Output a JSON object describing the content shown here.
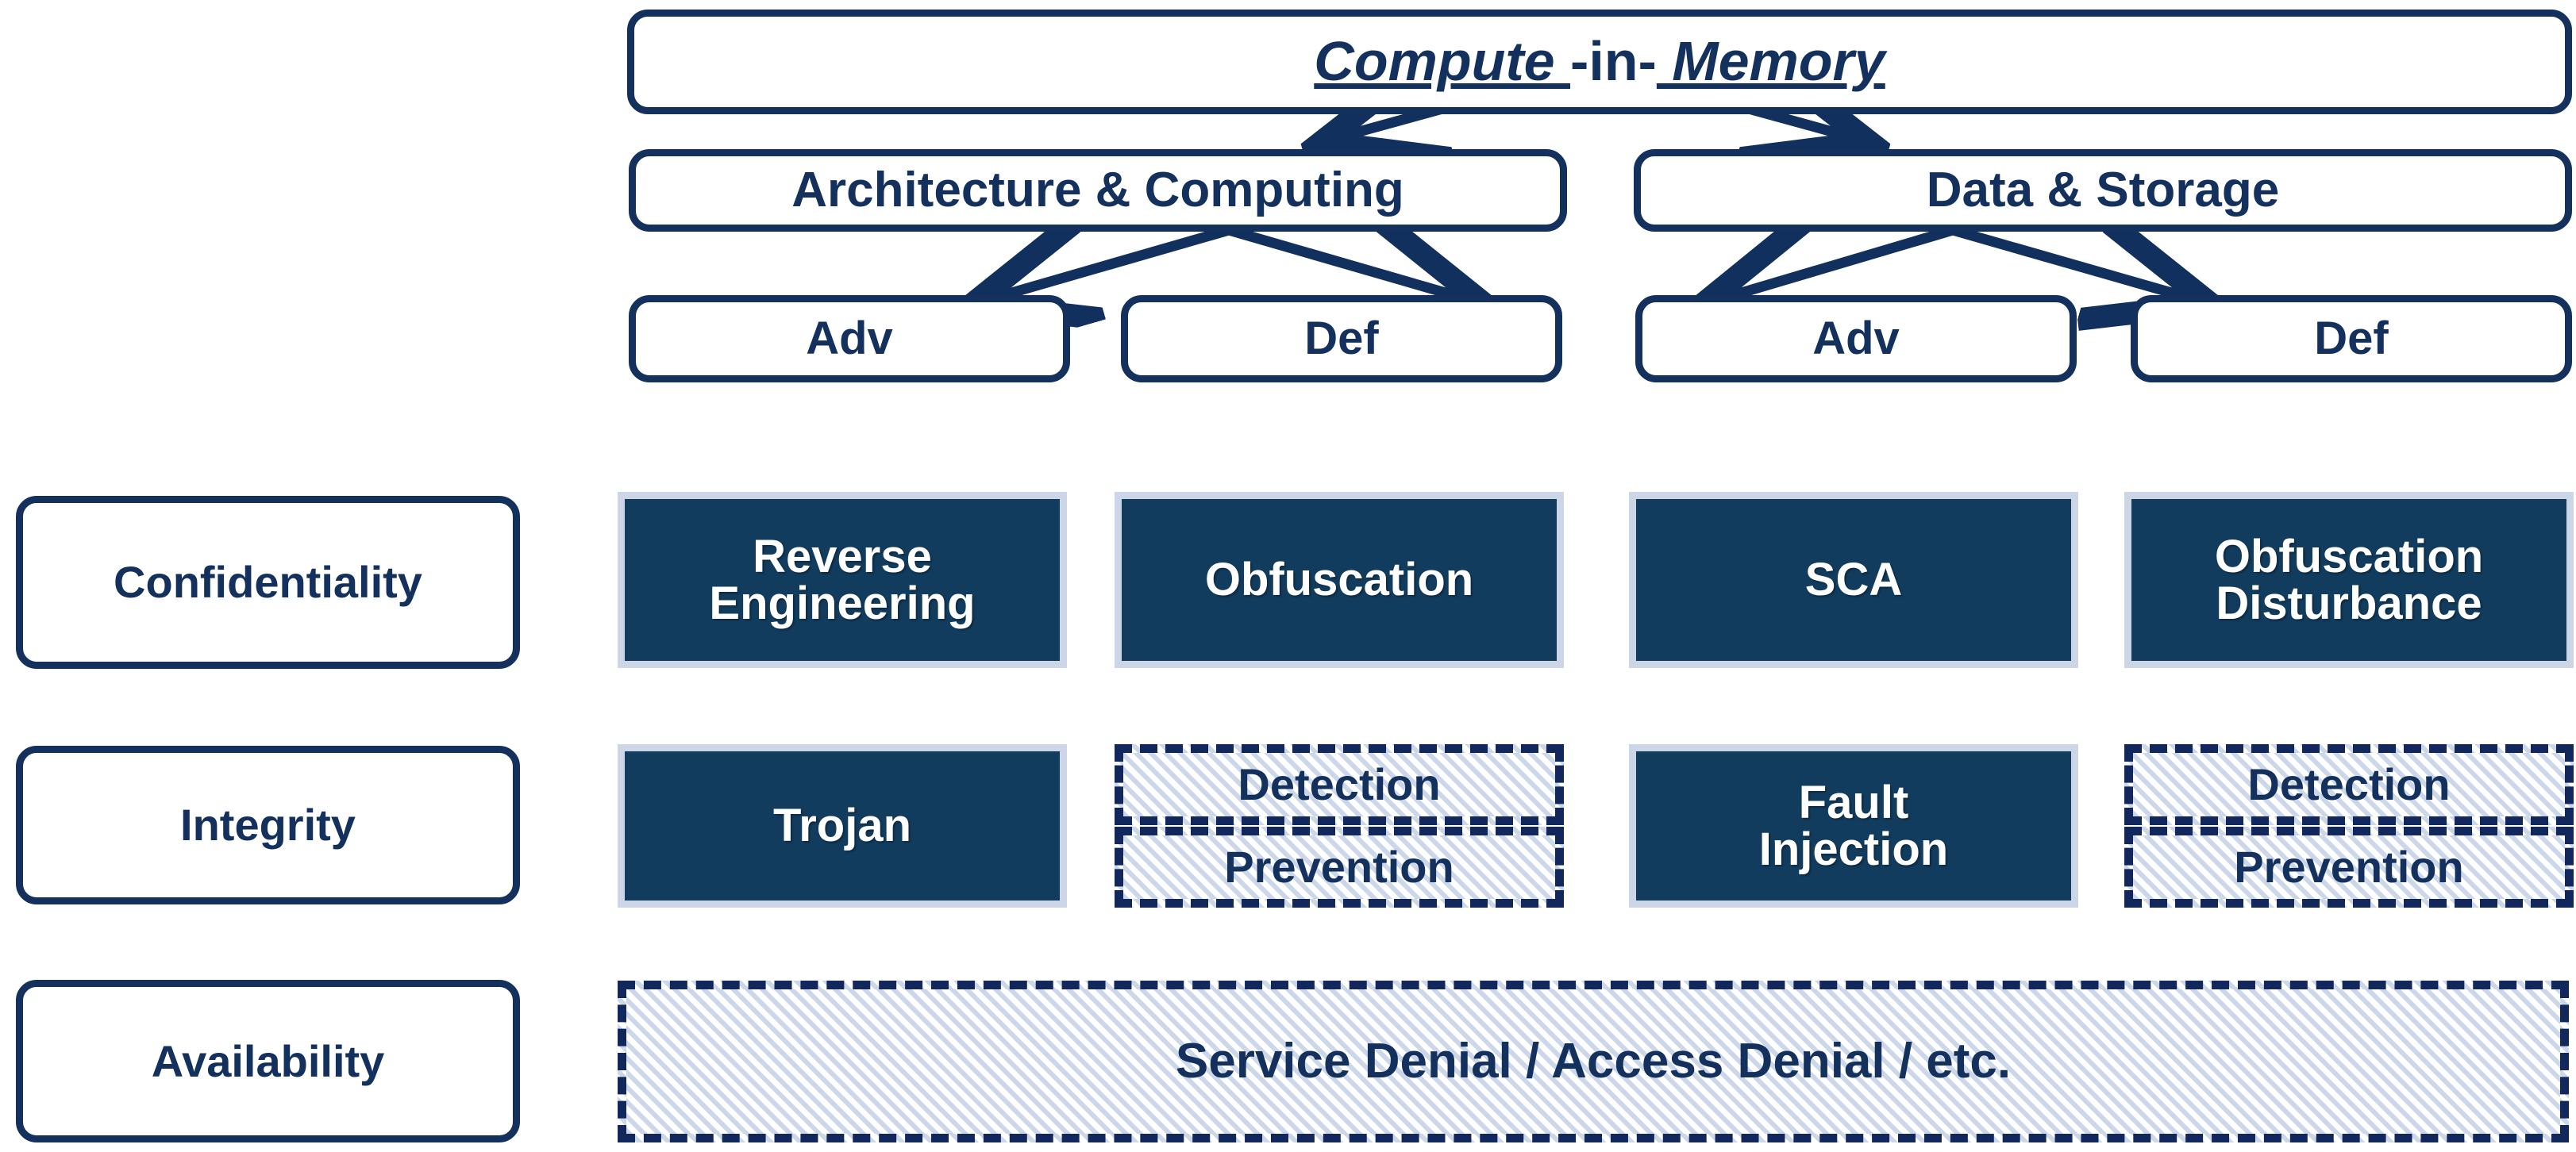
{
  "diagram": {
    "title": {
      "part1": "Compute ",
      "part2": "-in-",
      "part3": " Memory"
    },
    "branches": [
      {
        "label": "Architecture & Computing"
      },
      {
        "label": "Data & Storage"
      }
    ],
    "roles": [
      {
        "label": "Adv"
      },
      {
        "label": "Def"
      },
      {
        "label": "Adv"
      },
      {
        "label": "Def"
      }
    ],
    "rows": [
      {
        "label": "Confidentiality"
      },
      {
        "label": "Integrity"
      },
      {
        "label": "Availability"
      }
    ],
    "cells": {
      "confidentiality": [
        {
          "line1": "Reverse",
          "line2": "Engineering",
          "style": "filled"
        },
        {
          "line1": "Obfuscation",
          "line2": "",
          "style": "filled"
        },
        {
          "line1": "SCA",
          "line2": "",
          "style": "filled"
        },
        {
          "line1": "Obfuscation",
          "line2": "Disturbance",
          "style": "filled"
        }
      ],
      "integrity": [
        {
          "line1": "Trojan",
          "line2": "",
          "style": "filled"
        },
        {
          "line1": "Detection",
          "line2": "Prevention",
          "style": "dashed-split"
        },
        {
          "line1": "Fault",
          "line2": "Injection",
          "style": "filled"
        },
        {
          "line1": "Detection",
          "line2": "Prevention",
          "style": "dashed-split"
        }
      ],
      "availability": [
        {
          "line1": "Service Denial / Access Denial / etc.",
          "line2": "",
          "style": "dashed"
        }
      ]
    },
    "colors": {
      "outline_stroke": "#14315e",
      "fill_dark": "#123c5e",
      "fill_border_light": "#ccd6e6",
      "dash_stroke": "#12275c",
      "hatch_light": "#ccd8ea",
      "text_light": "#ffffff",
      "background": "#ffffff"
    }
  }
}
